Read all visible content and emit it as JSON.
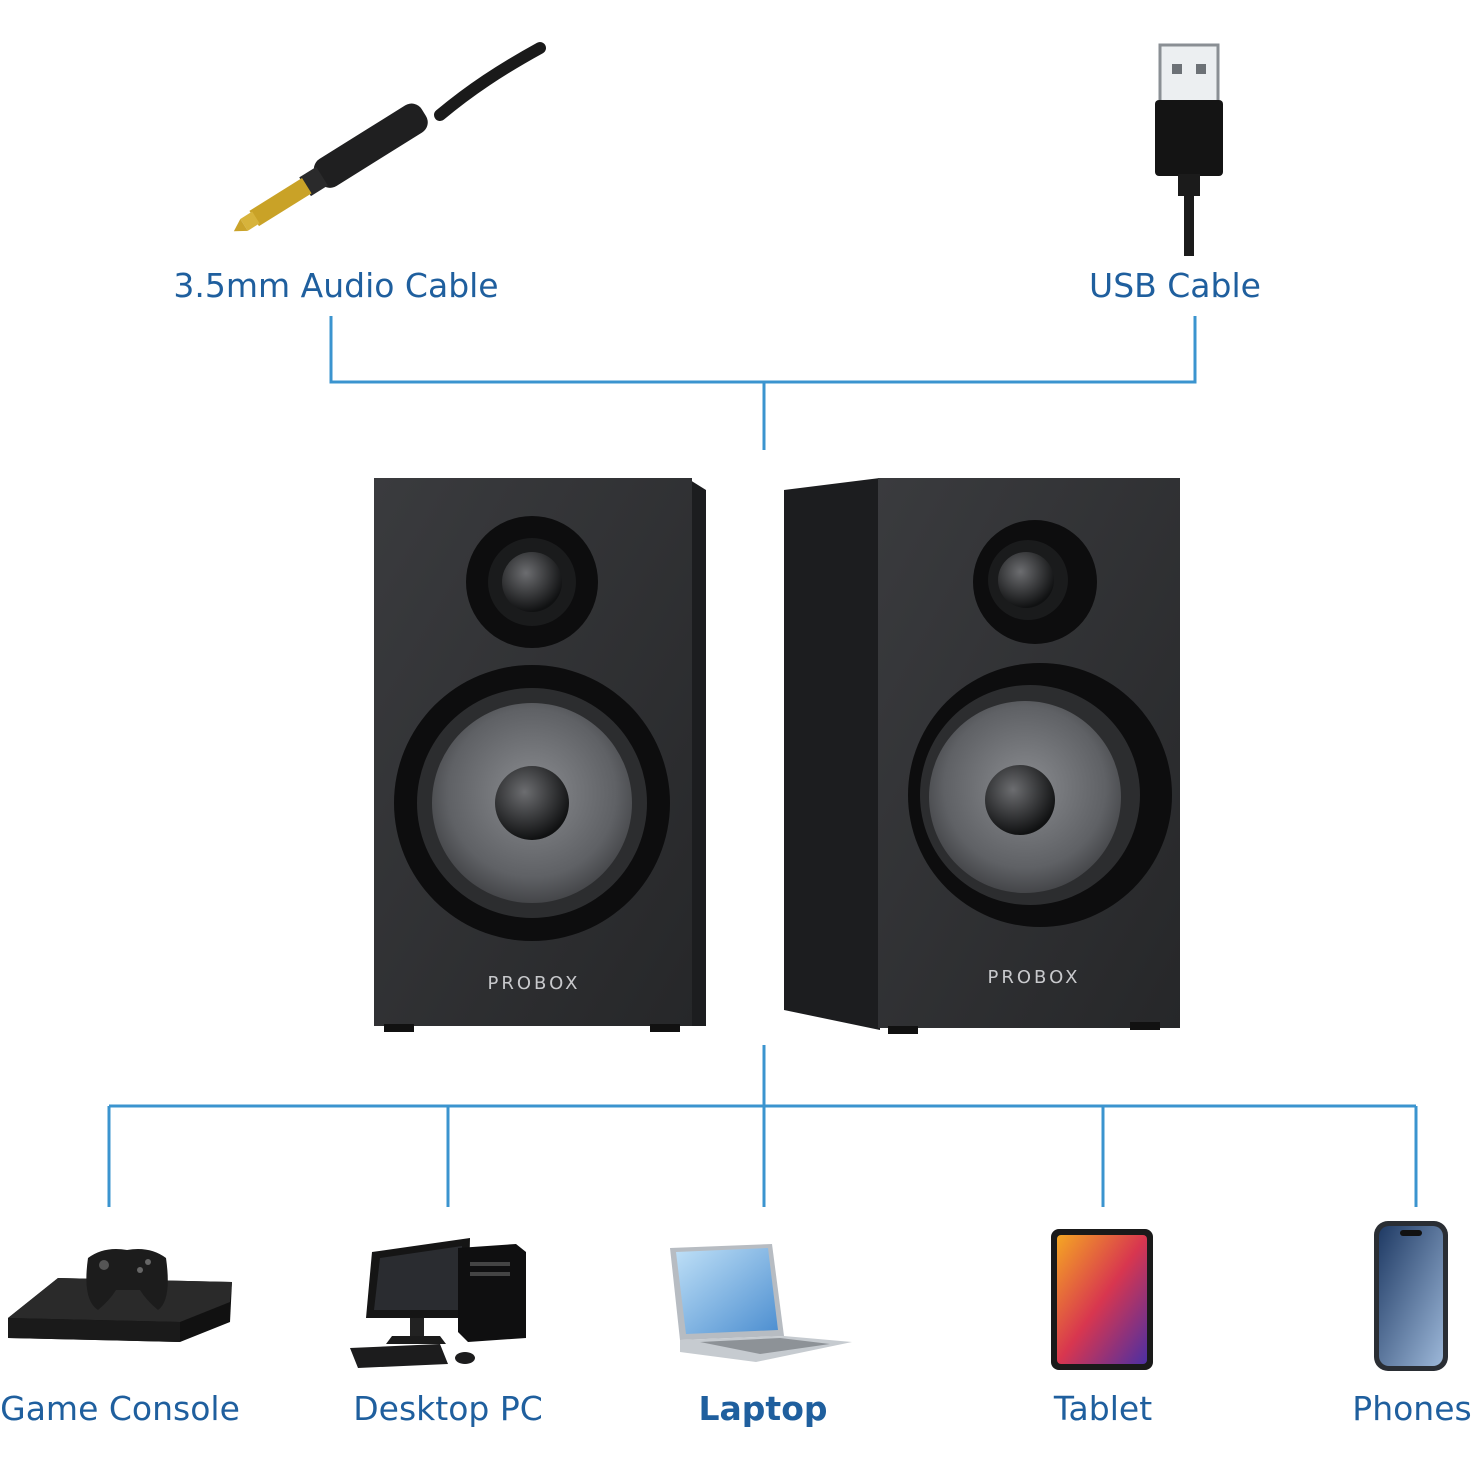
{
  "colors": {
    "accent_line": "#3b94cf",
    "label_text": "#1f5f9e",
    "speaker_body": "#2e2f31",
    "speaker_side": "#1c1d1f",
    "driver_cone": "#6b6d70"
  },
  "inputs": {
    "audio_cable": {
      "label": "3.5mm Audio Cable",
      "icon": "audio-jack-icon"
    },
    "usb_cable": {
      "label": "USB Cable",
      "icon": "usb-plug-icon"
    }
  },
  "speakers": {
    "left_brand": "PROBOX",
    "right_brand": "PROBOX"
  },
  "devices": [
    {
      "label": "Game Console",
      "icon": "game-console-icon"
    },
    {
      "label": "Desktop PC",
      "icon": "desktop-pc-icon"
    },
    {
      "label": "Laptop",
      "icon": "laptop-icon",
      "emphasis": true
    },
    {
      "label": "Tablet",
      "icon": "tablet-icon"
    },
    {
      "label": "Phones",
      "icon": "phone-icon"
    }
  ]
}
